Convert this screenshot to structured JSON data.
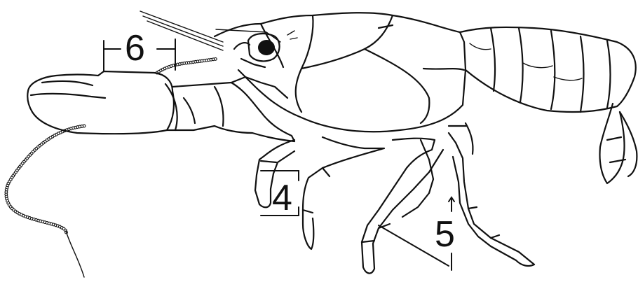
{
  "figure": {
    "labels": {
      "six": "6",
      "four": "4",
      "five": "5"
    },
    "colors": {
      "ink": "#111111",
      "background": "#ffffff"
    }
  }
}
